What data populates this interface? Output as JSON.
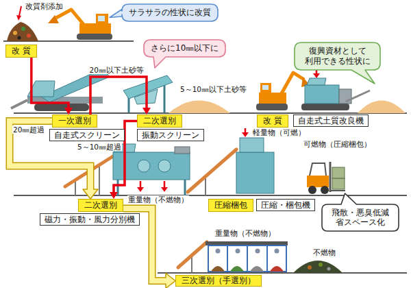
{
  "diagram": {
    "nodes": [
      {
        "text": [
          "サラサラの性状に改質"
        ]
      },
      {
        "text": [
          "改 質"
        ]
      },
      {
        "text": [
          "さらに10㎜以下に"
        ]
      },
      {
        "text": [
          "復興資材として 利用できる性状に"
        ]
      },
      {
        "text": [
          "一次選別"
        ]
      },
      {
        "text": [
          "自走式スクリーン"
        ]
      },
      {
        "text": [
          "二次選別"
        ]
      },
      {
        "text": [
          "振動スクリーン"
        ]
      },
      {
        "text": [
          "改 質"
        ]
      },
      {
        "text": [
          "自走式土質改良機"
        ]
      },
      {
        "text": [
          "二次選別"
        ]
      },
      {
        "text": [
          "磁力・振動・風力分別機"
        ]
      },
      {
        "text": [
          "圧縮梱包"
        ]
      },
      {
        "text": [
          "圧縮・梱包機"
        ]
      },
      {
        "text": [
          "飛散・悪臭低減 省スペース化"
        ]
      },
      {
        "text": [
          "三次選別（手選別）"
        ]
      }
    ],
    "edges": [
      {
        "from": 1,
        "to": 4,
        "arrow": "to"
      },
      {
        "from": 4,
        "to": 6,
        "label": "20㎜以下土砂等",
        "arrow": "to"
      },
      {
        "from": 4,
        "to": 10,
        "label": "20㎜超過",
        "arrow": "to"
      },
      {
        "from": 6,
        "to": 10,
        "label": "5～10㎜超過",
        "arrow": "to"
      },
      {
        "from": 10,
        "to": 15,
        "arrow": "to"
      }
    ],
    "labels": [
      "改質剤添加",
      "5～10㎜以下土砂等",
      "軽量物（可燃）",
      "可燃物（圧縮梱包）",
      "重量物（不燃物）",
      "重量物（不燃物）",
      "不燃物"
    ]
  }
}
